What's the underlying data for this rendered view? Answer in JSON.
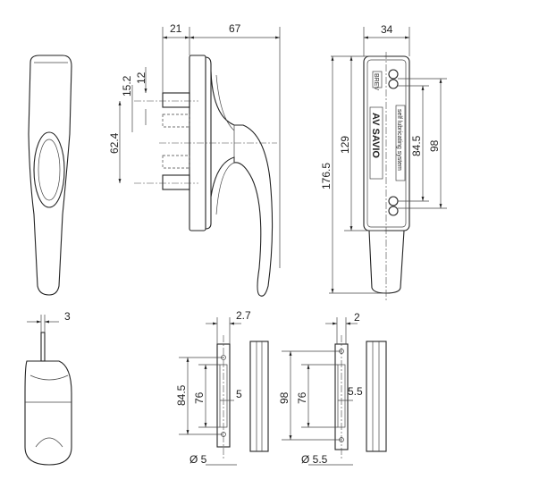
{
  "drawing": {
    "side_view": {
      "dims": {
        "depth_spindle": "21",
        "handle_length": "67",
        "d12": "12",
        "d15_2": "15.2",
        "d62_4": "62.4"
      }
    },
    "back_view": {
      "dims": {
        "width": "34",
        "plate_height": "129",
        "total_height": "176.5",
        "screw_84_5": "84.5",
        "screw_98": "98"
      },
      "logo": "AV SAVIO",
      "badge": "BREV",
      "label": "self lubricating system"
    },
    "bottom_view": {
      "dims": {
        "spindle": "3"
      }
    },
    "strike_a": {
      "dims": {
        "thickness": "2.7",
        "height": "84.5",
        "slot": "76",
        "width": "5",
        "hole": "Ø 5"
      }
    },
    "strike_b": {
      "dims": {
        "thickness": "2",
        "height": "98",
        "slot": "76",
        "width": "5.5",
        "hole": "Ø 5.5"
      }
    }
  }
}
